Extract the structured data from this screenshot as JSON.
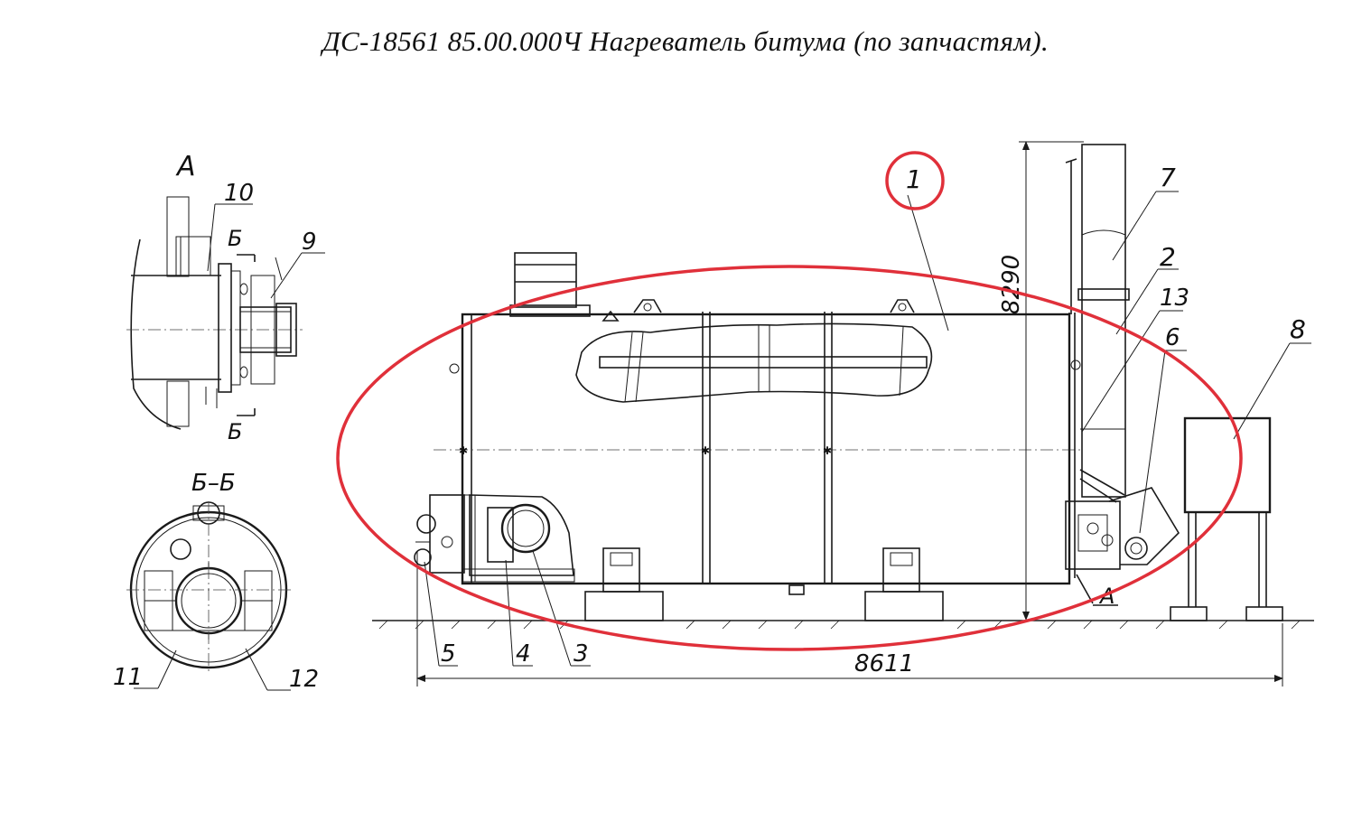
{
  "title": "ДС-18561 85.00.000Ч  Нагреватель битума  (по запчастям).",
  "views": {
    "detail_a": "А",
    "section_bb": "Б–Б",
    "cut_mark_b": "Б",
    "view_mark_a": "А"
  },
  "dimensions": {
    "height": "8290",
    "length": "8611"
  },
  "callouts": [
    "1",
    "2",
    "3",
    "4",
    "5",
    "6",
    "7",
    "8",
    "9",
    "10",
    "11",
    "12",
    "13"
  ],
  "colors": {
    "highlight": "#e0303a",
    "line": "#1a1a1a"
  }
}
